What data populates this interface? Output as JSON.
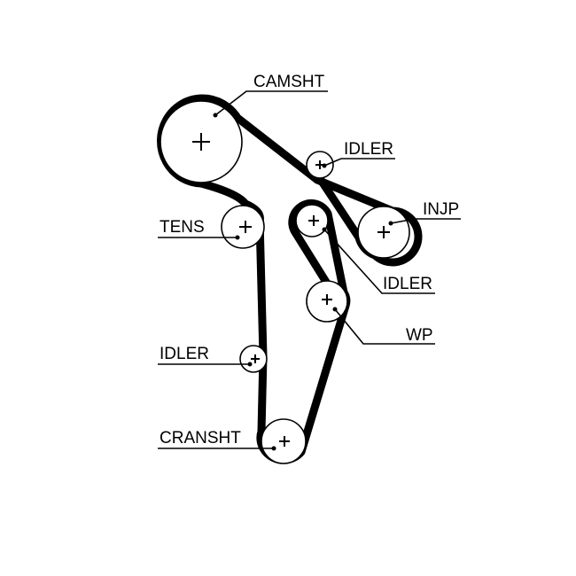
{
  "labels": {
    "camshaft": "CAMSHT",
    "idler_top": "IDLER",
    "injection_pump": "INJP",
    "tensioner": "TENS",
    "idler_mid": "IDLER",
    "water_pump": "WP",
    "idler_low": "IDLER",
    "crankshaft": "CRANSHT"
  }
}
